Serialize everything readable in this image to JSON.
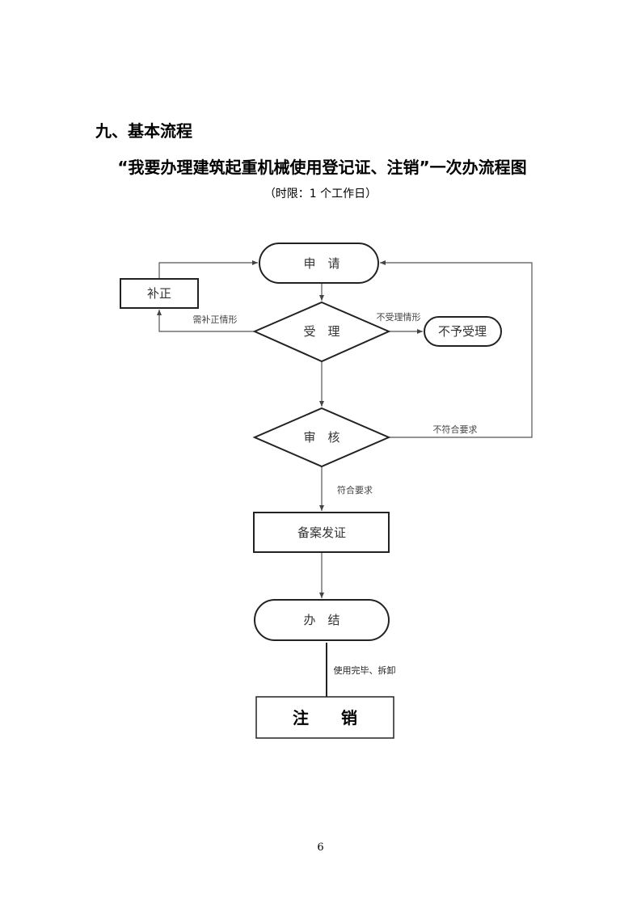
{
  "section_heading": "九、基本流程",
  "title": "“我要办理建筑起重机械使用登记证、注销”一次办流程图",
  "subtitle": "（时限：1 个工作日）",
  "flowchart": {
    "nodes": {
      "apply": "申　请",
      "correct": "补正",
      "accept": "受　理",
      "reject": "不予受理",
      "review": "审　核",
      "issue": "备案发证",
      "complete": "办　结",
      "cancel": "注　　销"
    },
    "edges": {
      "need_correction": "需补正情形",
      "not_accepted": "不受理情形",
      "not_compliant": "不符合要求",
      "compliant": "符合要求",
      "used_dismantled": "使用完毕、拆卸"
    }
  },
  "page_number": "6"
}
